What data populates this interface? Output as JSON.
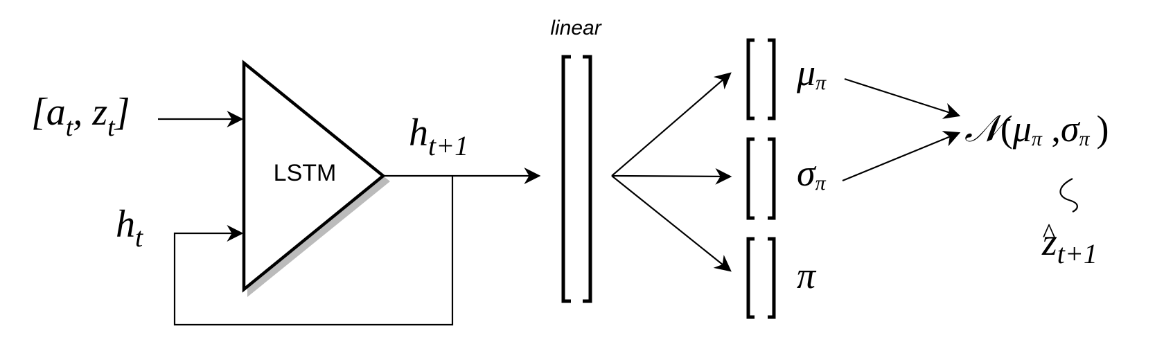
{
  "input_label": {
    "open": "[",
    "a": "a",
    "a_sub": "t",
    "comma": ", ",
    "z": "z",
    "z_sub": "t",
    "close": "]"
  },
  "hidden_in_label": {
    "h": "h",
    "sub": "t"
  },
  "lstm_label": "LSTM",
  "hidden_out_label": {
    "h": "h",
    "sub": "t+1"
  },
  "linear_label": "linear",
  "mu_label": {
    "sym": "μ",
    "sub": "π"
  },
  "sigma_label": {
    "sym": "σ",
    "sub": "π"
  },
  "pi_label": "π",
  "normal_label": {
    "script_n": "𝒩",
    "open": "(",
    "mu": "μ",
    "mu_sub": "π",
    "comma": " ,",
    "sigma": "σ",
    "sigma_sub": "π",
    "close": ")"
  },
  "sample_label": {
    "z": "z",
    "hat": "^",
    "sub": "t+1"
  },
  "colors": {
    "stroke": "#000000",
    "shadow": "#bbbbbb",
    "background": "#ffffff"
  }
}
